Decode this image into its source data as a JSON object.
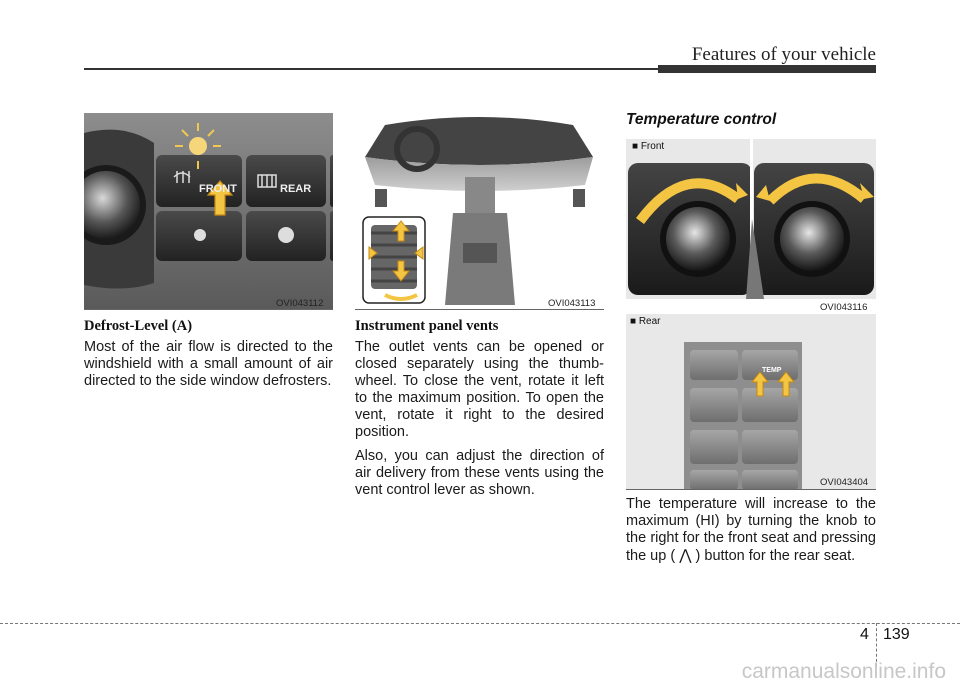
{
  "header": {
    "section_title": "Features of your vehicle"
  },
  "col1": {
    "image_code": "OVI043112",
    "heading": "Defrost-Level (A)",
    "paragraphs": [
      "Most of the air flow is directed to the windshield with a small amount of air directed to the side window defrosters."
    ],
    "buttons": {
      "front": "FRONT",
      "rear": "REAR"
    }
  },
  "col2": {
    "image_code": "OVI043113",
    "heading": "Instrument panel vents",
    "paragraphs": [
      "The outlet vents can be opened or closed separately using the thumb-wheel. To close the vent, rotate it left to the maximum position. To open the vent, rotate it right to the desired position.",
      "Also, you can adjust the direction of air delivery from these vents using the vent control lever as shown."
    ]
  },
  "col3": {
    "heading": "Temperature control",
    "front_label": "■ Front",
    "front_image_code": "OVI043116",
    "rear_label": "■ Rear",
    "rear_image_code": "OVI043404",
    "temp_button": "TEMP",
    "text_before": "The temperature will increase to the maximum (HI) by turning the knob to the right for the front seat and pressing the up ( ",
    "text_after": " ) button for the rear seat."
  },
  "footer": {
    "chapter": "4",
    "page": "139",
    "watermark": "carmanualsonline.info"
  }
}
